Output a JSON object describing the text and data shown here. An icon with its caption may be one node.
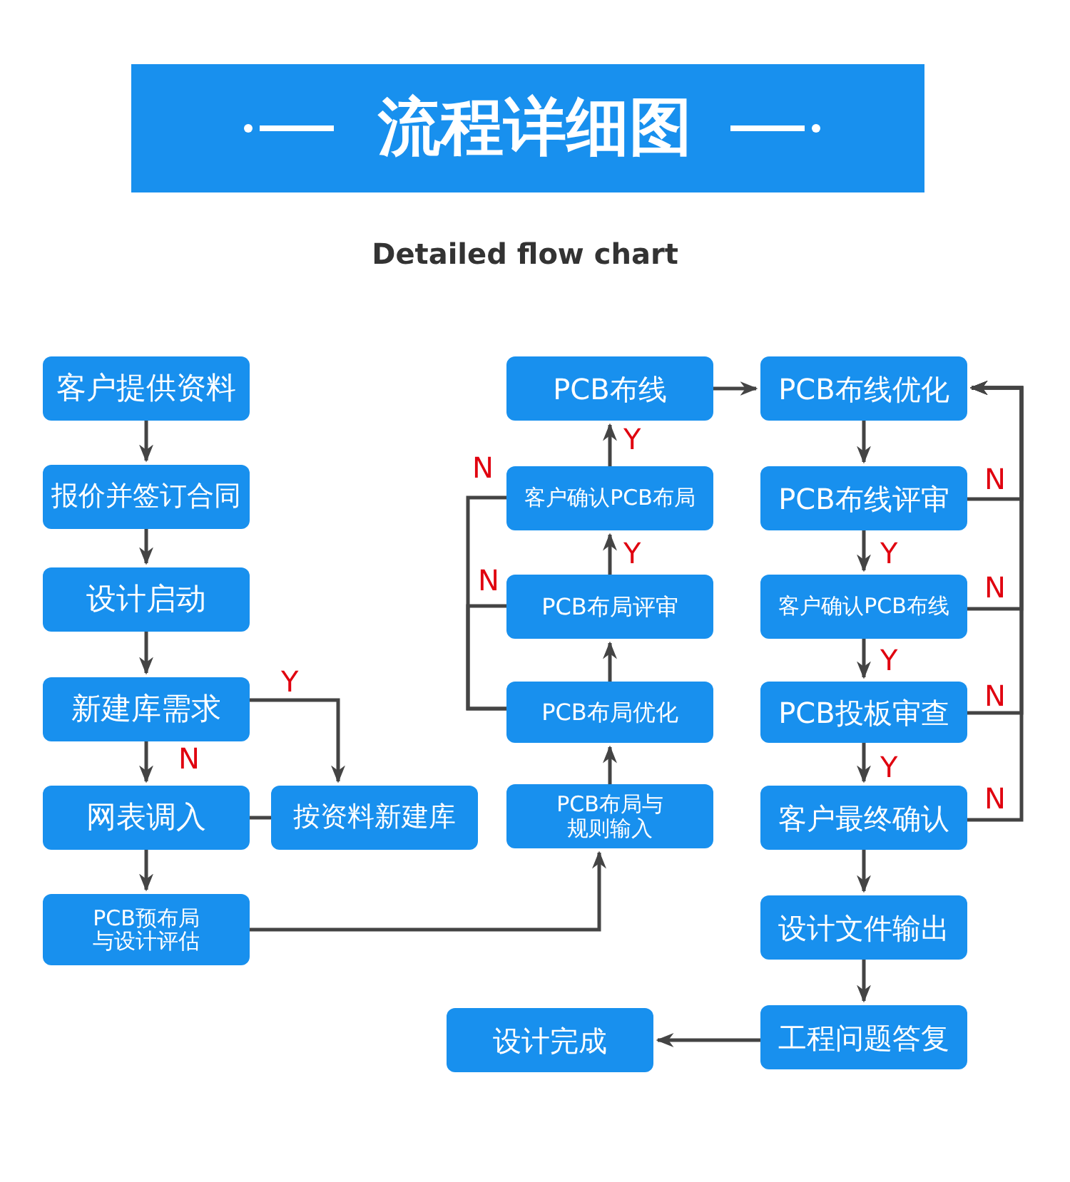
{
  "diagram": {
    "title": "流程详细图",
    "nodes": [
      {
        "text": [
          "客户提供资料"
        ]
      },
      {
        "text": [
          "报价并签订合同"
        ]
      },
      {
        "text": [
          "设计启动"
        ]
      },
      {
        "text": [
          "新建库需求"
        ]
      },
      {
        "text": [
          "网表调入"
        ]
      },
      {
        "text": [
          "PCB预布局与设计评估"
        ]
      },
      {
        "text": [
          "按资料新建库"
        ]
      },
      {
        "text": [
          "PCB布局与规则输入"
        ]
      },
      {
        "text": [
          "PCB布局优化"
        ]
      },
      {
        "text": [
          "PCB布局评审"
        ]
      },
      {
        "text": [
          "客户确认PCB布局"
        ]
      },
      {
        "text": [
          "PCB布线"
        ]
      },
      {
        "text": [
          "PCB布线优化"
        ]
      },
      {
        "text": [
          "PCB布线评审"
        ]
      },
      {
        "text": [
          "客户确认PCB布线"
        ]
      },
      {
        "text": [
          "PCB投板审查"
        ]
      },
      {
        "text": [
          "客户最终确认"
        ]
      },
      {
        "text": [
          "设计文件输出"
        ]
      },
      {
        "text": [
          "工程问题答复"
        ]
      },
      {
        "text": [
          "设计完成"
        ]
      }
    ],
    "edges": [
      {
        "from": 0,
        "to": 1,
        "arrow": "to"
      },
      {
        "from": 1,
        "to": 2,
        "arrow": "to"
      },
      {
        "from": 2,
        "to": 3,
        "arrow": "to"
      },
      {
        "from": 3,
        "to": 4,
        "arrow": "to",
        "label": "N"
      },
      {
        "from": 3,
        "to": 6,
        "arrow": "to",
        "label": "Y"
      },
      {
        "from": 6,
        "to": 4,
        "arrow": "none"
      },
      {
        "from": 4,
        "to": 5,
        "arrow": "to"
      },
      {
        "from": 5,
        "to": 7,
        "arrow": "to"
      },
      {
        "from": 7,
        "to": 8,
        "arrow": "to"
      },
      {
        "from": 8,
        "to": 9,
        "arrow": "to"
      },
      {
        "from": 9,
        "to": 10,
        "arrow": "to",
        "label": "Y"
      },
      {
        "from": 10,
        "to": 11,
        "arrow": "to",
        "label": "Y"
      },
      {
        "from": 10,
        "to": 8,
        "arrow": "none",
        "label": "N"
      },
      {
        "from": 9,
        "to": 8,
        "arrow": "none",
        "label": "N"
      },
      {
        "from": 11,
        "to": 12,
        "arrow": "to"
      },
      {
        "from": 12,
        "to": 13,
        "arrow": "to"
      },
      {
        "from": 13,
        "to": 14,
        "arrow": "to",
        "label": "Y"
      },
      {
        "from": 14,
        "to": 15,
        "arrow": "to",
        "label": "Y"
      },
      {
        "from": 15,
        "to": 16,
        "arrow": "to",
        "label": "Y"
      },
      {
        "from": 16,
        "to": 17,
        "arrow": "to"
      },
      {
        "from": 17,
        "to": 18,
        "arrow": "to"
      },
      {
        "from": 18,
        "to": 19,
        "arrow": "to"
      },
      {
        "from": 13,
        "to": 12,
        "arrow": "to",
        "label": "N"
      },
      {
        "from": 14,
        "to": 12,
        "arrow": "to",
        "label": "N"
      },
      {
        "from": 15,
        "to": 12,
        "arrow": "to",
        "label": "N"
      },
      {
        "from": 16,
        "to": 12,
        "arrow": "to",
        "label": "N"
      }
    ],
    "labels": [
      "Detailed flow chart"
    ]
  }
}
